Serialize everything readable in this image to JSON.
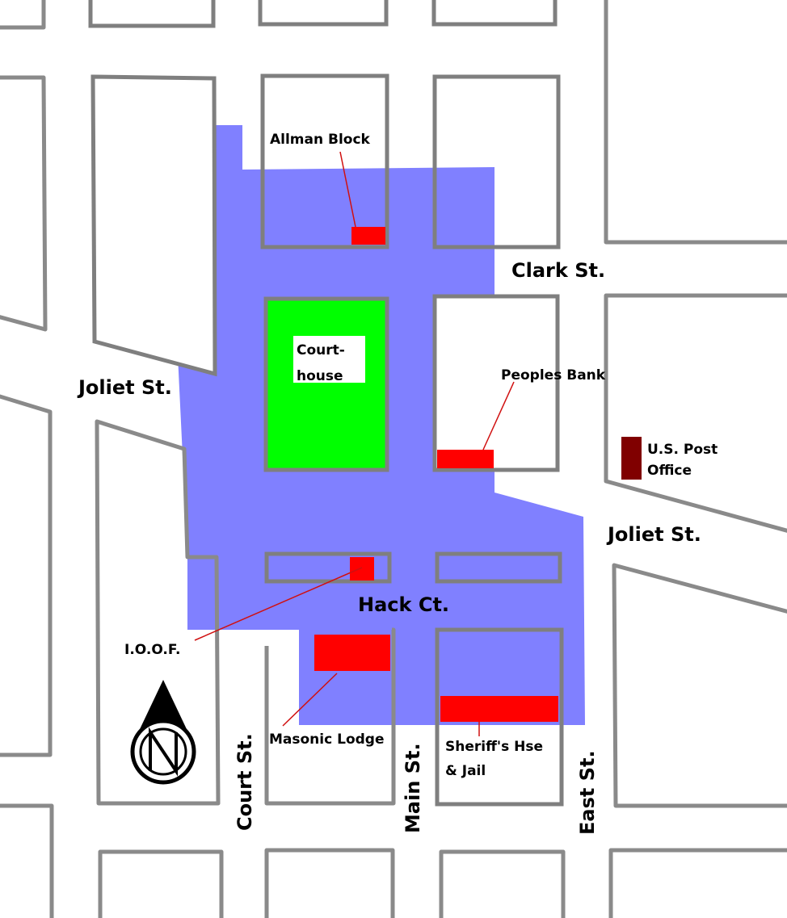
{
  "streets": {
    "clark": "Clark St.",
    "joliet_west": "Joliet St.",
    "joliet_east": "Joliet St.",
    "hack": "Hack Ct.",
    "court": "Court St.",
    "main": "Main St.",
    "east": "East St."
  },
  "buildings": {
    "allman": "Allman Block",
    "courthouse_line1": "Court-",
    "courthouse_line2": "house",
    "peoples_bank": "Peoples Bank",
    "post_office_line1": "U.S. Post",
    "post_office_line2": "Office",
    "ioof": "I.O.O.F.",
    "masonic": "Masonic Lodge",
    "sheriff_line1": "Sheriff's Hse",
    "sheriff_line2": "& Jail"
  },
  "colors": {
    "district": "#8080ff",
    "courthouse": "#00ff00",
    "landmark": "#ff0000",
    "post_office": "#800000",
    "block_outline": "#7f7f7f",
    "leader_line": "#d01010"
  },
  "icons": {
    "north_arrow": "north-arrow-icon"
  }
}
